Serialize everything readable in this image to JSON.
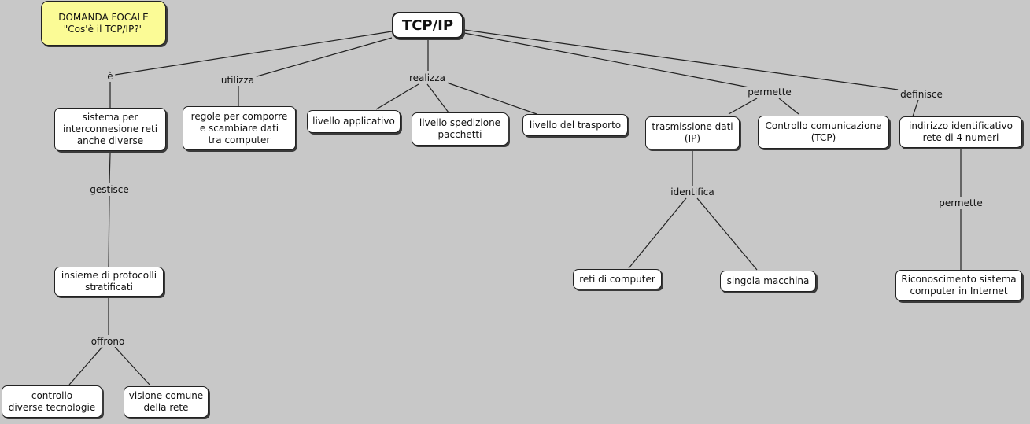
{
  "focal": {
    "text": "DOMANDA FOCALE\n\"Cos'è il TCP/IP?\""
  },
  "nodes": {
    "tcpip": "TCP/IP",
    "sistema": "sistema per\ninterconnesione reti\nanche diverse",
    "regole": "regole per comporre\ne scambiare dati\ntra computer",
    "applicativo": "livello applicativo",
    "spedizione": "livello spedizione\npacchetti",
    "trasporto": "livello del trasporto",
    "trasmissione": "trasmissione dati\n(IP)",
    "controllo_com": "Controllo comunicazione\n(TCP)",
    "indirizzo": "indirizzo identificativo\nrete di 4 numeri",
    "insieme": "insieme di protocolli\nstratificati",
    "reti_computer": "reti di computer",
    "singola": "singola macchina",
    "riconoscimento": "Riconoscimento sistema\ncomputer in Internet",
    "controllo_tec": "controllo\ndiverse tecnologie",
    "visione": "visione comune\ndella rete"
  },
  "labels": {
    "e": "è",
    "utilizza": "utilizza",
    "realizza": "realizza",
    "permette1": "permette",
    "definisce": "definisce",
    "gestisce": "gestisce",
    "identifica": "identifica",
    "permette2": "permette",
    "offrono": "offrono"
  }
}
